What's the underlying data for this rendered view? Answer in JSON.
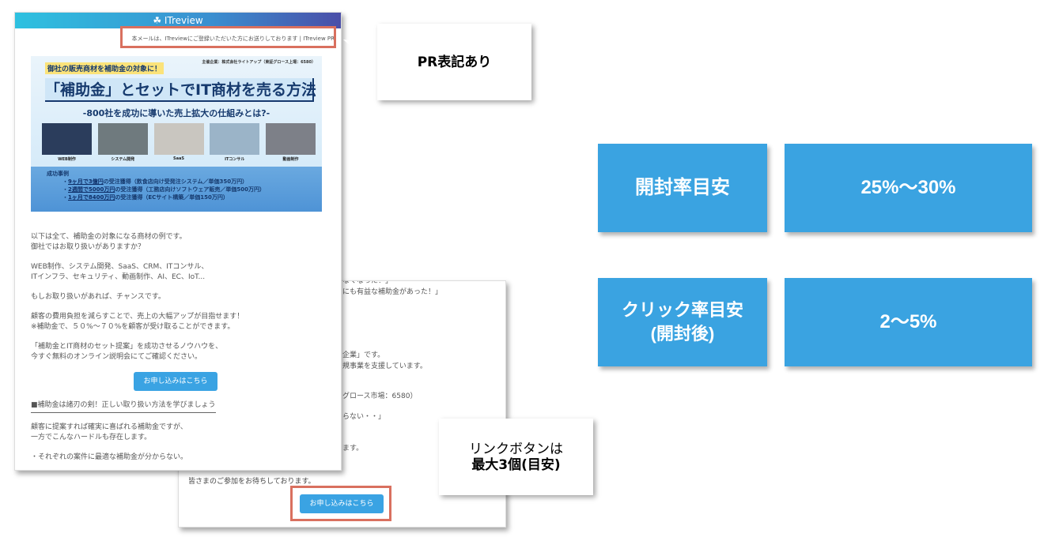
{
  "email1": {
    "brand": "ITreview",
    "pr_notice": "本メールは、ITreviewにご登録いただいた方にお送りしております | ITreview PR",
    "banner": {
      "sponsor": "主催企業：株式会社ライトアップ（東証グロース上場：6580）",
      "tag": "御社の販売商材を補助金の対象に！",
      "title": "「補助金」とセットでIT商材を売る方法",
      "subtitle": "-800社を成功に導いた売上拡大の仕組みとは?-",
      "thumbs": [
        "WEB制作",
        "システム開発",
        "SaaS",
        "ITコンサル",
        "動画制作"
      ],
      "cases_heading": "成功事例",
      "cases": [
        {
          "highlight": "9ヶ月で3億円",
          "rest": "の受注獲得（飲食店向け受発注システム／単価350万円）"
        },
        {
          "highlight": "2週間で5000万円",
          "rest": "の受注獲得（工務店向けソフトウェア販売／単価500万円）"
        },
        {
          "highlight": "1ヶ月で8400万円",
          "rest": "の受注獲得（ECサイト構築／単価150万円）"
        }
      ]
    },
    "paragraphs": [
      "以下は全て、補助金の対象になる商材の例です。\n御社ではお取り扱いがありますか？",
      "WEB制作、システム開発、SaaS、CRM、ITコンサル、\nITインフラ、セキュリティ、動画制作、AI、EC、IoT...",
      "もしお取り扱いがあれば、チャンスです。",
      "顧客の費用負担を減らすことで、売上の大幅アップが目指せます！\n※補助金で、５０%～７０%を顧客が受け取ることができます。",
      "「補助金とIT商材のセット提案」を成功させるノウハウを、\n今すぐ無料のオンライン説明会にてご確認ください。"
    ],
    "cta": "お申し込みはこちら",
    "section_heading": "■補助金は諸刃の剣！正しい取り扱い方法を学びましょう",
    "after": [
      "顧客に提案すれば確実に喜ばれる補助金ですが、\n一方でこんなハードルも存在します。",
      "・それぞれの案件に最適な補助金が分からない。"
    ]
  },
  "email2": {
    "fragments": [
      "なくなった！」",
      "にも有益な補助金があった！」",
      "企業」です。",
      "規事業を支援しています。",
      "グロース市場：6580）",
      "らない・・」",
      "ます。"
    ],
    "closing": "皆さまのご参加をお待ちしております。",
    "cta": "お申し込みはこちら"
  },
  "callouts": {
    "pr": "PR表記あり",
    "link_line1": "リンクボタンは",
    "link_line2": "最大3個(目安)"
  },
  "metrics": [
    {
      "label": "開封率目安",
      "label2": "",
      "value": "25%～30%"
    },
    {
      "label": "クリック率目安",
      "label2": "(開封後)",
      "value": "2～5%"
    }
  ],
  "colors": {
    "tile": "#3aa3e1",
    "highlight_box": "#d9705f",
    "button": "#3aa3e3"
  }
}
